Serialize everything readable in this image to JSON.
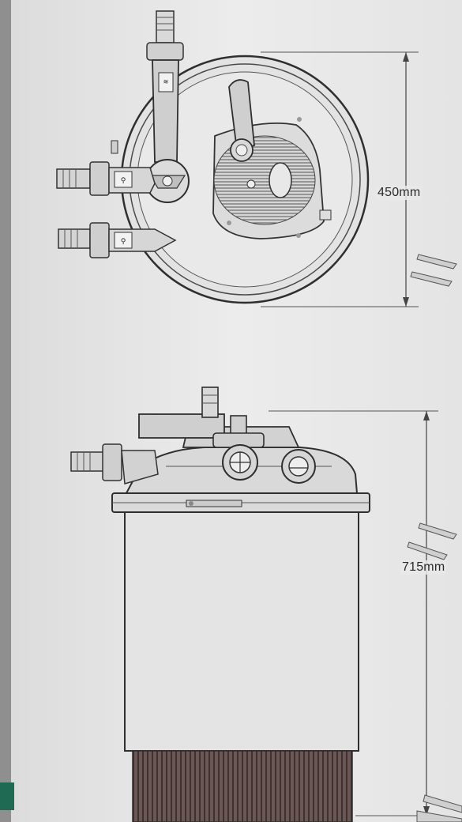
{
  "dimensions": {
    "top_view_width": "450mm",
    "side_view_height": "715mm"
  },
  "colors": {
    "background_wall": "#b8b8b8",
    "paper": "#e8e8e8",
    "line": "#3a3a3a",
    "bottom_grill": "#5a4a48"
  },
  "icons": {
    "outlet_icon": "water-flow-symbol",
    "inlet_icon": "water-flow-symbol",
    "top_outlet_icon": "water-flow-symbol"
  }
}
